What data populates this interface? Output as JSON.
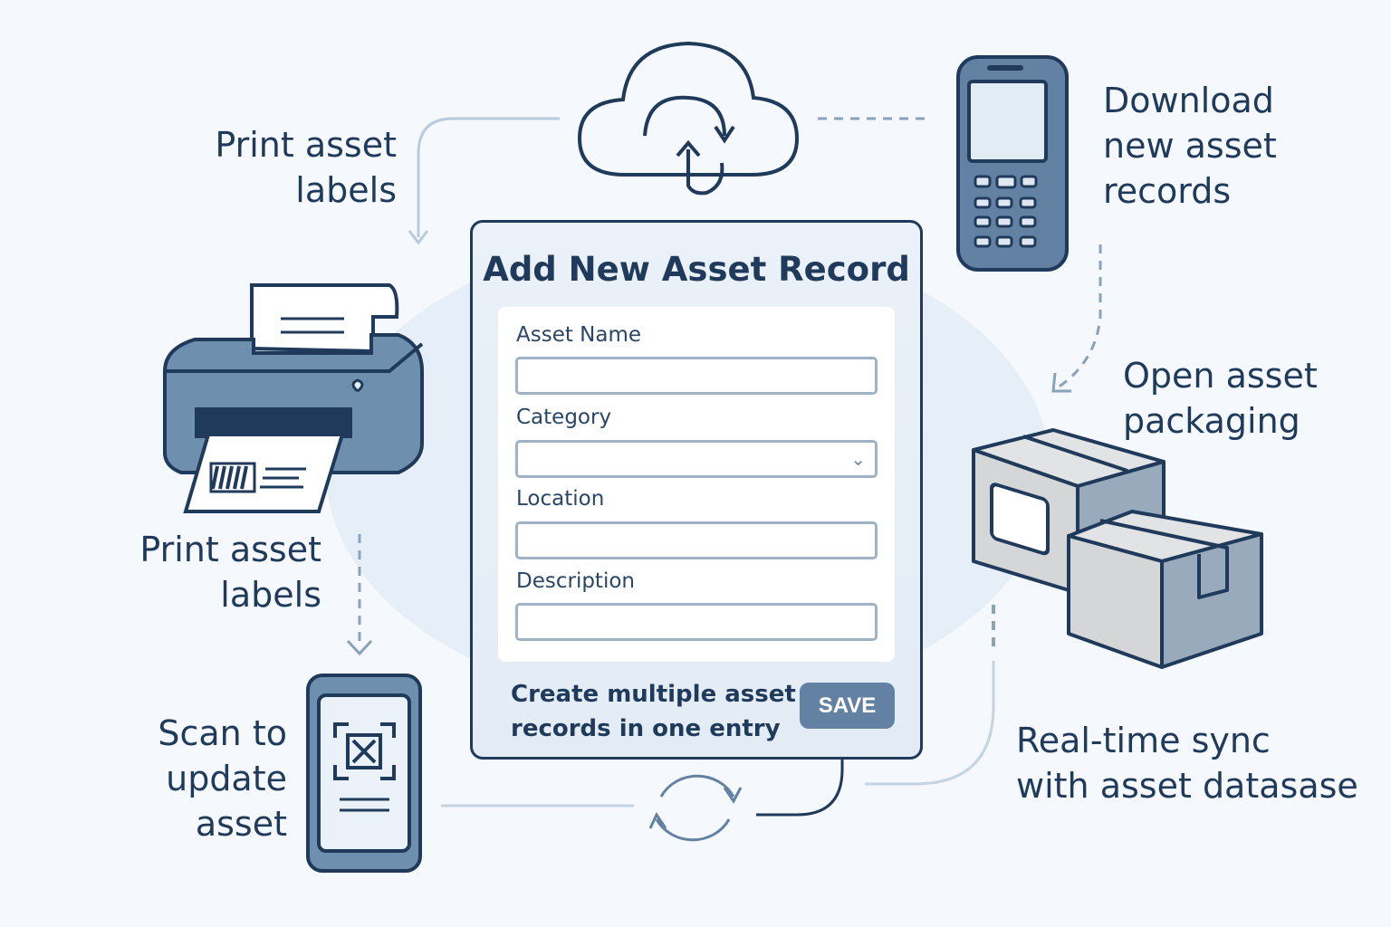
{
  "labels": {
    "print_top": [
      "Print asset",
      "labels"
    ],
    "download": [
      "Download",
      "new asset",
      "records"
    ],
    "open_packaging": [
      "Open asset",
      "packaging"
    ],
    "print_bottom": [
      "Print asset",
      "labels"
    ],
    "scan": [
      "Scan to",
      "update",
      "asset"
    ],
    "sync": [
      "Real-time sync",
      "with asset datasase"
    ]
  },
  "form": {
    "title": "Add New Asset Record",
    "fields": [
      {
        "label": "Asset Name",
        "value": ""
      },
      {
        "label": "Category",
        "value": ""
      },
      {
        "label": "Location",
        "value": ""
      },
      {
        "label": "Description",
        "value": ""
      }
    ],
    "footer": [
      "Create multiple asset",
      "records in one entry"
    ],
    "save_label": "SAVE"
  },
  "colors": {
    "navy": "#1f3a5a",
    "accent": "#6382a3",
    "background": "#f5f8fc"
  }
}
